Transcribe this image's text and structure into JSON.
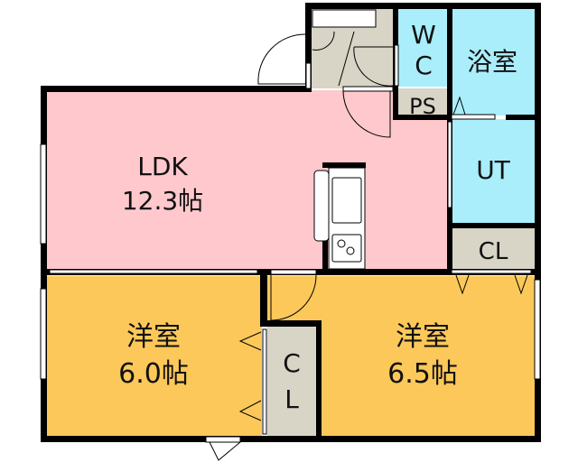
{
  "colors": {
    "ldk": "#ffc8cc",
    "wet": "#aaeefc",
    "storage": "#d8d4c6",
    "western": "#fcc85a"
  },
  "rooms": {
    "ldk": {
      "name": "LDK",
      "size": "12.3帖"
    },
    "wc": {
      "line1": "W",
      "line2": "C"
    },
    "bath": {
      "name": "浴室"
    },
    "ps": {
      "name": "PS"
    },
    "ut": {
      "name": "UT"
    },
    "cl_right": {
      "name": "CL"
    },
    "western_left": {
      "name": "洋室",
      "size": "6.0帖"
    },
    "cl_center": {
      "line1": "C",
      "line2": "L"
    },
    "western_right": {
      "name": "洋室",
      "size": "6.5帖"
    }
  }
}
